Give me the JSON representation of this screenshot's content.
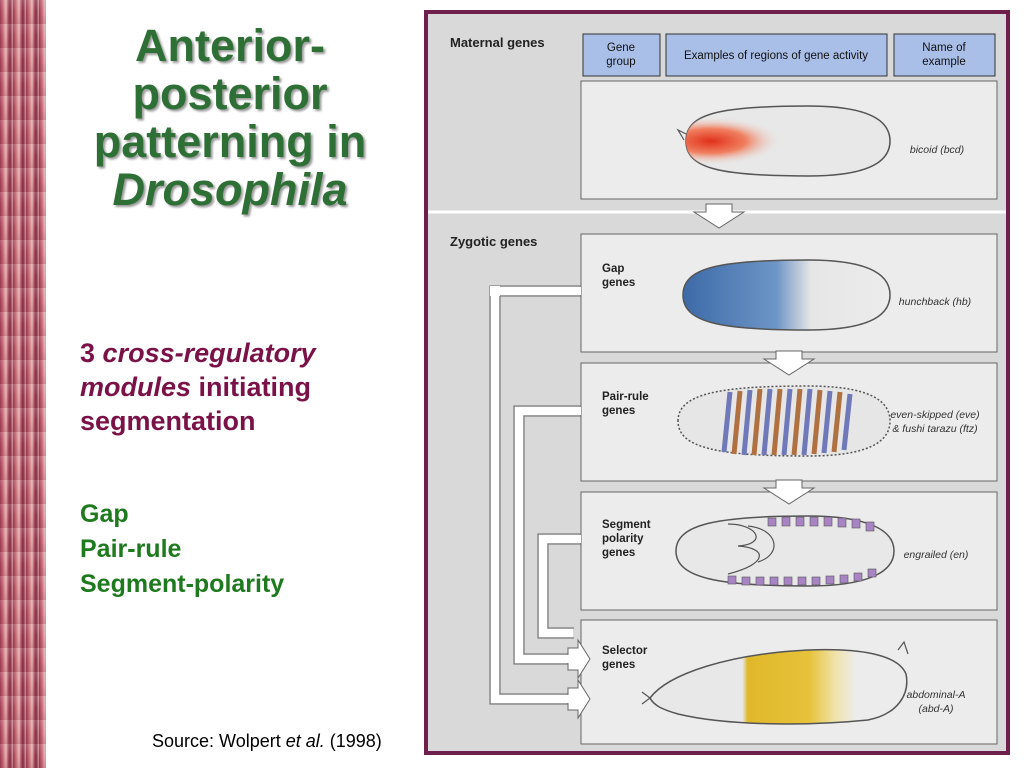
{
  "title": {
    "line1": "Anterior-",
    "line2": "posterior",
    "line3": "patterning in",
    "line4": "Drosophila"
  },
  "subtitle": {
    "num": "3",
    "italic_part": "cross-regulatory modules",
    "rest": "initiating segmentation"
  },
  "terms": [
    "Gap",
    "Pair-rule",
    "Segment-polarity"
  ],
  "source": {
    "prefix": "Source: Wolpert ",
    "italic": "et al.",
    "suffix": " (1998)"
  },
  "figure": {
    "maternal_header": "Maternal genes",
    "zygotic_header": "Zygotic genes",
    "col_gene_group": [
      "Gene",
      "group"
    ],
    "col_examples": "Examples of regions of gene activity",
    "col_name": [
      "Name of",
      "example"
    ],
    "rows": [
      {
        "group": [],
        "example": [
          "bicoid (bcd)"
        ]
      },
      {
        "group": [
          "Gap",
          "genes"
        ],
        "example": [
          "hunchback (hb)"
        ]
      },
      {
        "group": [
          "Pair-rule",
          "genes"
        ],
        "example": [
          "even-skipped (eve)",
          "& fushi tarazu (ftz)"
        ]
      },
      {
        "group": [
          "Segment",
          "polarity",
          "genes"
        ],
        "example": [
          "engrailed (en)"
        ]
      },
      {
        "group": [
          "Selector",
          "genes"
        ],
        "example": [
          "abdominal-A",
          "(abd-A)"
        ]
      }
    ]
  },
  "colors": {
    "title_green": "#2e6f36",
    "subtitle_maroon": "#7a1248",
    "terms_green": "#1f7a1f",
    "frame": "#6e1f4b",
    "header_box": "#a9bfe8"
  }
}
